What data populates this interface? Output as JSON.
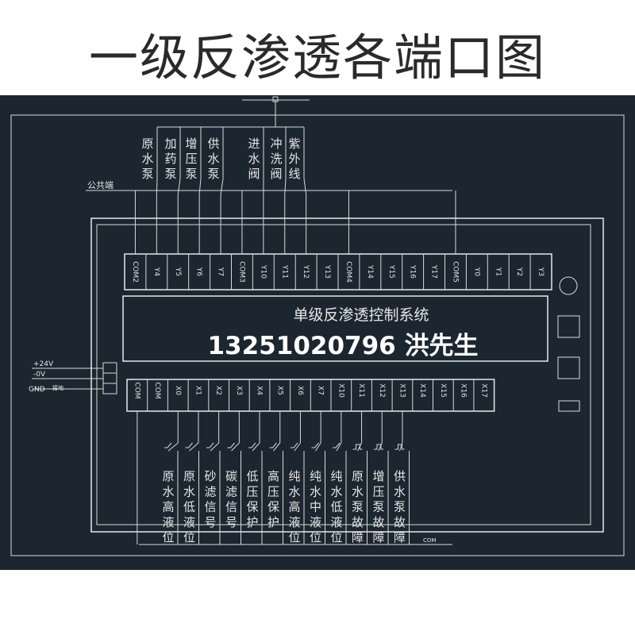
{
  "title": "一级反渗透各端口图",
  "top_outputs": [
    "原水泵",
    "加药泵",
    "增压泵",
    "供水泵",
    "进水阀",
    "冲洗阀",
    "紫外线"
  ],
  "common_label": "公共端",
  "top_ports": [
    "COM2",
    "Y4",
    "Y5",
    "Y6",
    "Y7",
    "COM3",
    "Y10",
    "Y11",
    "Y12",
    "Y13",
    "COM4",
    "Y14",
    "Y15",
    "Y16",
    "Y17",
    "COM5",
    "Y0",
    "Y1",
    "Y2",
    "Y3"
  ],
  "display_title": "单级反渗透控制系统",
  "contact_line": "13251020796 洪先生",
  "power_labels": [
    "+24V",
    "-0V",
    "GND"
  ],
  "power_note": "接地",
  "bottom_ports": [
    "COM",
    "COM",
    "X0",
    "X1",
    "X2",
    "X3",
    "X4",
    "X5",
    "X6",
    "X7",
    "X10",
    "X11",
    "X12",
    "X13",
    "X14",
    "X15",
    "X16",
    "X17"
  ],
  "bottom_inputs": [
    "原水高液位",
    "原水低液位",
    "砂滤信号",
    "碳滤信号",
    "低压保护",
    "高压保护",
    "纯水高液位",
    "纯水中液位",
    "纯水低液位",
    "原水泵故障",
    "增压泵故障",
    "供水泵故障"
  ],
  "com_label": "COM",
  "colors": {
    "background": "#1c2630",
    "line": "#d9d9d9",
    "text": "#e6e6e6",
    "contact": "#ffffff"
  }
}
